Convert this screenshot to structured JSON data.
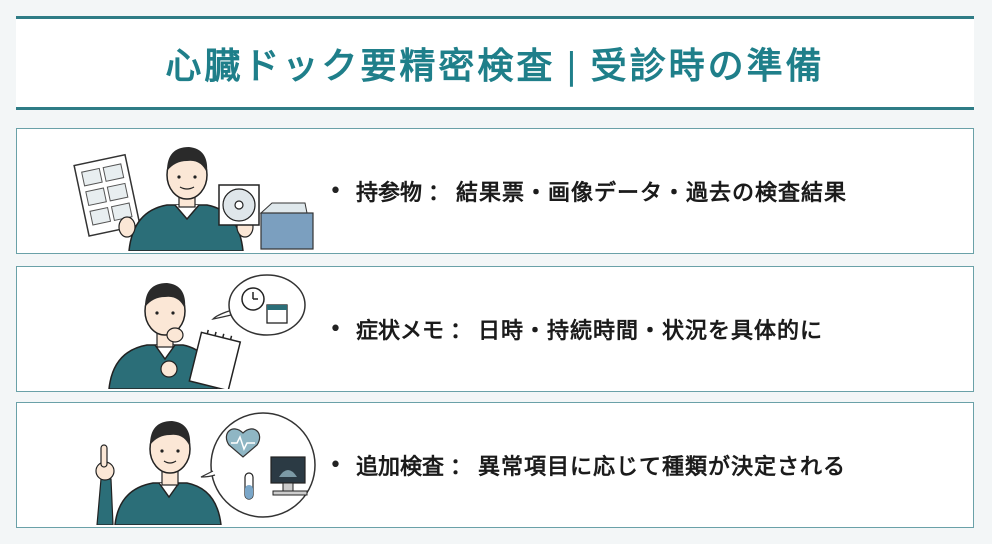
{
  "header": {
    "title_main": "心臓ドック要精密検査",
    "separator": "|",
    "title_sub": "受診時の準備"
  },
  "items": [
    {
      "bullet": "•",
      "label": "持参物",
      "colon": "：",
      "text": "結果票・画像データ・過去の検査結果",
      "illustration": "person-holding-documents-and-disc"
    },
    {
      "bullet": "•",
      "label": "症状メモ",
      "colon": "：",
      "text": "日時・持続時間・状況を具体的に",
      "illustration": "person-writing-memo-clock-calendar"
    },
    {
      "bullet": "•",
      "label": "追加検査",
      "colon": "：",
      "text": "異常項目に応じて種類が決定される",
      "illustration": "person-pointing-heart-monitor"
    }
  ],
  "colors": {
    "accent": "#1f7f8a",
    "border": "#6aa1a8",
    "sweater": "#2b6e78"
  }
}
